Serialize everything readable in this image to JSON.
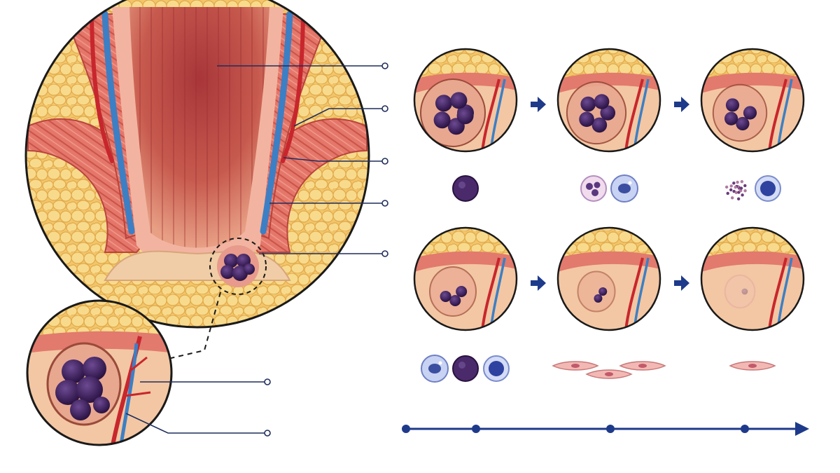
{
  "colors": {
    "background": "#ffffff",
    "leader": "#1f2d5c",
    "timeline": "#1e3a8a",
    "fat": "#f6d27c",
    "muscle": "#e4766a",
    "mucosa": "#c9584f",
    "vein": "#3d7fc4",
    "artery": "#c8262d",
    "clot": "#4a2a6b",
    "stroma": "#f3c7a3"
  },
  "main": {
    "callouts": [
      {
        "name": "callout-rectal-lumen"
      },
      {
        "name": "callout-blood-vessel"
      },
      {
        "name": "callout-vein-lining"
      },
      {
        "name": "callout-muscle-layer"
      },
      {
        "name": "callout-thrombosed-hemorrhoid"
      }
    ]
  },
  "inset": {
    "callouts": [
      {
        "name": "callout-blood-clot"
      },
      {
        "name": "callout-vein-wall"
      }
    ]
  },
  "stages": [
    {
      "name": "stage-fresh-clot",
      "cells": [
        "clot-cell"
      ],
      "arrow": true,
      "fill": 1.0
    },
    {
      "name": "stage-early-inflammation",
      "cells": [
        "neutrophil-cell",
        "macrophage-cell"
      ],
      "arrow": true,
      "fill": 0.85
    },
    {
      "name": "stage-clot-breakdown",
      "cells": [
        "debris-cell",
        "lymphocyte-cell"
      ],
      "arrow": false,
      "fill": 0.7
    },
    {
      "name": "stage-phagocytosis",
      "cells": [
        "macrophage-cell",
        "clot-cell",
        "lymphocyte-cell"
      ],
      "arrow": true,
      "fill": 0.5
    },
    {
      "name": "stage-granulation",
      "cells": [
        "fibroblast-cell",
        "fibroblast-cell",
        "fibroblast-cell"
      ],
      "arrow": true,
      "fill": 0.25
    },
    {
      "name": "stage-resolution",
      "cells": [
        "fibroblast-cell"
      ],
      "arrow": false,
      "fill": 0.05
    }
  ],
  "timeline": {
    "markers": 4
  }
}
